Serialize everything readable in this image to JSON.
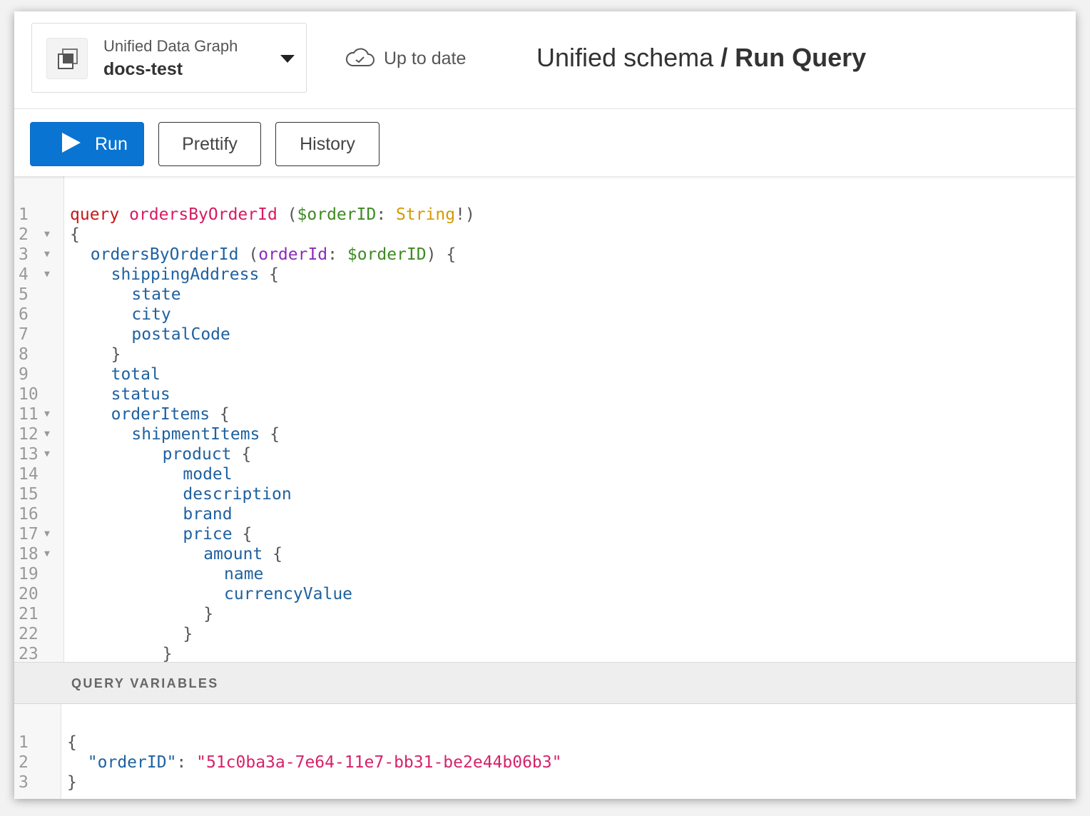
{
  "header": {
    "graph_label": "Unified Data Graph",
    "graph_name": "docs-test",
    "sync_status": "Up to date",
    "breadcrumb_parent": "Unified schema",
    "breadcrumb_sep": "/",
    "breadcrumb_current": "Run Query",
    "icons": {
      "graph": "graph-icon",
      "dropdown": "caret-down-icon",
      "sync": "cloud-check-icon"
    }
  },
  "toolbar": {
    "run_label": "Run",
    "prettify_label": "Prettify",
    "history_label": "History",
    "run_color": "#0a74d2"
  },
  "query_editor": {
    "lines": [
      {
        "n": "1",
        "fold": false,
        "indent": 0,
        "tokens": [
          [
            "kw",
            "query"
          ],
          [
            "pn",
            " "
          ],
          [
            "qn",
            "ordersByOrderId"
          ],
          [
            "pn",
            " ("
          ],
          [
            "var",
            "$orderID"
          ],
          [
            "pn",
            ": "
          ],
          [
            "type",
            "String"
          ],
          [
            "pn",
            "!)"
          ]
        ]
      },
      {
        "n": "2",
        "fold": true,
        "indent": 0,
        "tokens": [
          [
            "pn",
            "{"
          ]
        ]
      },
      {
        "n": "3",
        "fold": true,
        "indent": 2,
        "tokens": [
          [
            "fld",
            "ordersByOrderId"
          ],
          [
            "pn",
            " ("
          ],
          [
            "arg",
            "orderId"
          ],
          [
            "pn",
            ": "
          ],
          [
            "var",
            "$orderID"
          ],
          [
            "pn",
            ") {"
          ]
        ]
      },
      {
        "n": "4",
        "fold": true,
        "indent": 4,
        "tokens": [
          [
            "fld",
            "shippingAddress"
          ],
          [
            "pn",
            " {"
          ]
        ]
      },
      {
        "n": "5",
        "fold": false,
        "indent": 6,
        "tokens": [
          [
            "fld",
            "state"
          ]
        ]
      },
      {
        "n": "6",
        "fold": false,
        "indent": 6,
        "tokens": [
          [
            "fld",
            "city"
          ]
        ]
      },
      {
        "n": "7",
        "fold": false,
        "indent": 6,
        "tokens": [
          [
            "fld",
            "postalCode"
          ]
        ]
      },
      {
        "n": "8",
        "fold": false,
        "indent": 4,
        "tokens": [
          [
            "pn",
            "}"
          ]
        ]
      },
      {
        "n": "9",
        "fold": false,
        "indent": 4,
        "tokens": [
          [
            "fld",
            "total"
          ]
        ]
      },
      {
        "n": "10",
        "fold": false,
        "indent": 4,
        "tokens": [
          [
            "fld",
            "status"
          ]
        ]
      },
      {
        "n": "11",
        "fold": true,
        "indent": 4,
        "tokens": [
          [
            "fld",
            "orderItems"
          ],
          [
            "pn",
            " {"
          ]
        ]
      },
      {
        "n": "12",
        "fold": true,
        "indent": 6,
        "tokens": [
          [
            "fld",
            "shipmentItems"
          ],
          [
            "pn",
            " {"
          ]
        ]
      },
      {
        "n": "13",
        "fold": true,
        "indent": 9,
        "tokens": [
          [
            "fld",
            "product"
          ],
          [
            "pn",
            " {"
          ]
        ]
      },
      {
        "n": "14",
        "fold": false,
        "indent": 11,
        "tokens": [
          [
            "fld",
            "model"
          ]
        ]
      },
      {
        "n": "15",
        "fold": false,
        "indent": 11,
        "tokens": [
          [
            "fld",
            "description"
          ]
        ]
      },
      {
        "n": "16",
        "fold": false,
        "indent": 11,
        "tokens": [
          [
            "fld",
            "brand"
          ]
        ]
      },
      {
        "n": "17",
        "fold": true,
        "indent": 11,
        "tokens": [
          [
            "fld",
            "price"
          ],
          [
            "pn",
            " {"
          ]
        ]
      },
      {
        "n": "18",
        "fold": true,
        "indent": 13,
        "tokens": [
          [
            "fld",
            "amount"
          ],
          [
            "pn",
            " {"
          ]
        ]
      },
      {
        "n": "19",
        "fold": false,
        "indent": 15,
        "tokens": [
          [
            "fld",
            "name"
          ]
        ]
      },
      {
        "n": "20",
        "fold": false,
        "indent": 15,
        "tokens": [
          [
            "fld",
            "currencyValue"
          ]
        ]
      },
      {
        "n": "21",
        "fold": false,
        "indent": 13,
        "tokens": [
          [
            "pn",
            "}"
          ]
        ]
      },
      {
        "n": "22",
        "fold": false,
        "indent": 11,
        "tokens": [
          [
            "pn",
            "}"
          ]
        ]
      },
      {
        "n": "23",
        "fold": false,
        "indent": 9,
        "tokens": [
          [
            "pn",
            "}"
          ]
        ]
      }
    ]
  },
  "variables": {
    "title": "QUERY VARIABLES",
    "lines": [
      {
        "n": "1",
        "indent": 0,
        "tokens": [
          [
            "pn",
            "{"
          ]
        ]
      },
      {
        "n": "2",
        "indent": 2,
        "tokens": [
          [
            "key",
            "\"orderID\""
          ],
          [
            "pn",
            ": "
          ],
          [
            "str",
            "\"51c0ba3a-7e64-11e7-bb31-be2e44b06b3\""
          ]
        ]
      },
      {
        "n": "3",
        "indent": 0,
        "tokens": [
          [
            "pn",
            "}"
          ]
        ]
      }
    ]
  }
}
